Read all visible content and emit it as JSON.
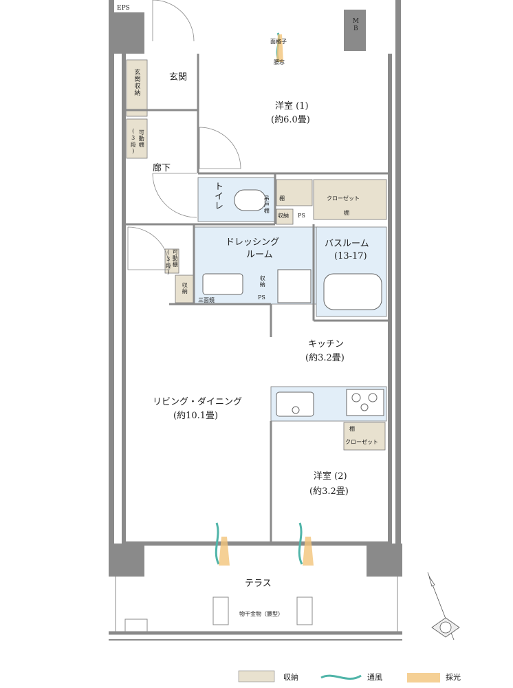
{
  "labels": {
    "eps": "EPS",
    "mb": "MB",
    "kaku": "面格子",
    "koshimado": "腰窓",
    "genkan": "玄関",
    "genkan_shuno": "玄関収納",
    "kado_dan1": "可動棚",
    "san_dan1": "(3段)",
    "rouka": "廊下",
    "youshitsu1": "洋室 (1)",
    "youshitsu1_area": "(約6.0畳)",
    "toire": "トイレ",
    "toire_tana": "吊戸棚",
    "tana_a": "棚",
    "tana_b": "棚",
    "closet1": "クローゼット",
    "shuno1": "収納",
    "ps1": "PS",
    "dressing1": "ドレッシング",
    "dressing2": "ルーム",
    "bath": "バスルーム",
    "bath_size": "(13-17)",
    "kado_dan2": "可動棚",
    "san_dan2": "(3段)",
    "shuno2": "収納",
    "shuno3": "収納",
    "sanmenkyo": "三面鏡",
    "ps2": "PS",
    "kitchen": "キッチン",
    "kitchen_area": "(約3.2畳)",
    "living": "リビング・ダイニング",
    "living_area": "(約10.1畳)",
    "tana_c": "棚",
    "closet2": "クローゼット",
    "youshitsu2": "洋室 (2)",
    "youshitsu2_area": "(約3.2畳)",
    "terrace": "テラス",
    "monohoshi": "物干金物（腰型）"
  },
  "legend": {
    "storage": "収納",
    "ventilation": "通風",
    "lighting": "採光"
  },
  "colors": {
    "wall": "#8a8a8a",
    "storage": "#e8e1cf",
    "wet_area": "#e2eef8",
    "ventilation": "#4fb4a8",
    "lighting": "#f2c47a"
  }
}
